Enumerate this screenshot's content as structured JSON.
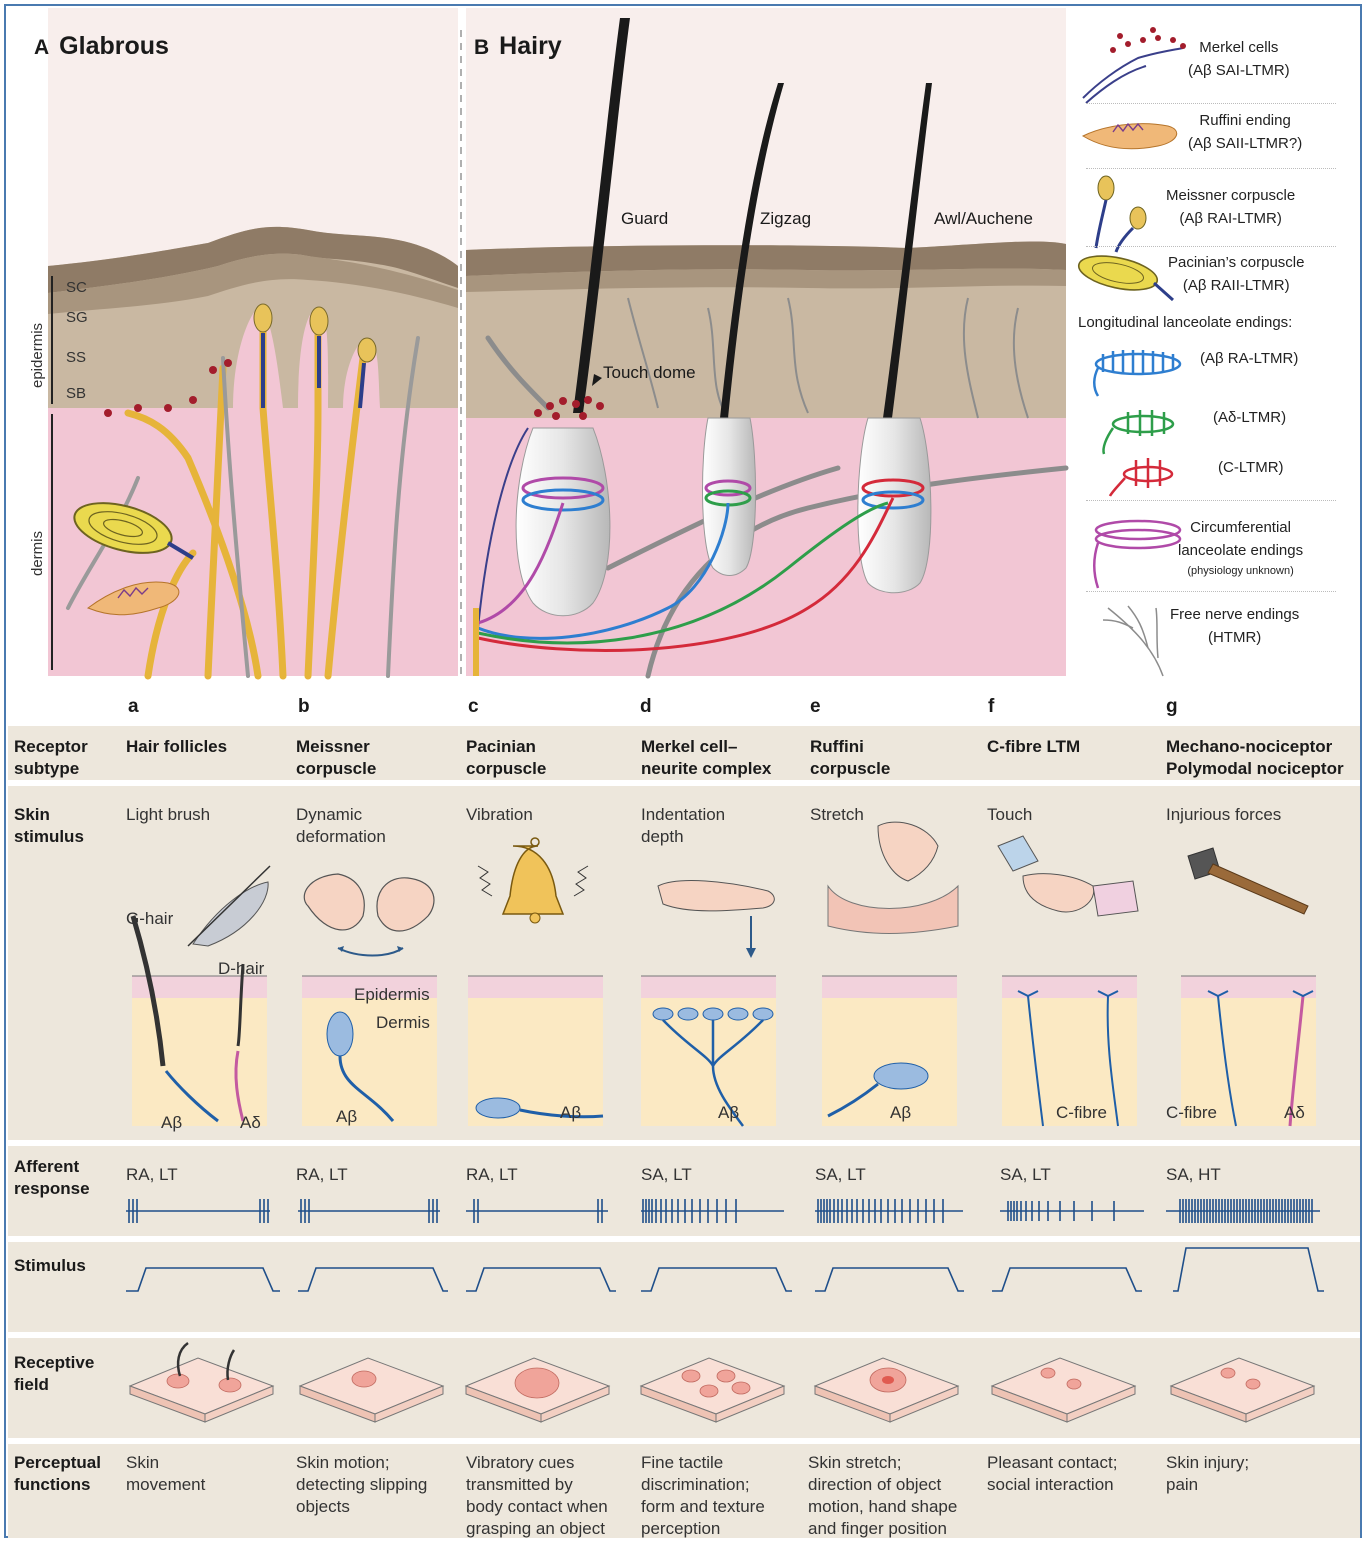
{
  "colors": {
    "frame": "#4a7ab0",
    "band": "#ede7dc",
    "dermis": "#f3c9d6",
    "epidermis": "#b7a58f",
    "nerve": "#e8b83a",
    "axon_blue": "#1f5fa8"
  },
  "top": {
    "panel_a": {
      "letter": "A",
      "title": "Glabrous",
      "layers": {
        "sc": "SC",
        "sg": "SG",
        "ss": "SS",
        "sb": "SB",
        "epidermis": "epidermis",
        "dermis": "dermis"
      }
    },
    "panel_b": {
      "letter": "B",
      "title": "Hairy",
      "guard": "Guard",
      "zigzag": "Zigzag",
      "awl": "Awl/Auchene",
      "touch_dome": "Touch dome"
    },
    "legend": {
      "merkel": {
        "line1": "Merkel cells",
        "line2": "(Aβ SAI-LTMR)"
      },
      "ruffini": {
        "line1": "Ruffini ending",
        "line2": "(Aβ SAII-LTMR?)"
      },
      "meissner": {
        "line1": "Meissner corpuscle",
        "line2": "(Aβ RAI-LTMR)"
      },
      "pacinian": {
        "line1": "Pacinian’s corpuscle",
        "line2": "(Aβ RAII-LTMR)"
      },
      "lanceolate_title": "Longitudinal lanceolate endings:",
      "ab_ra": "(Aβ RA-LTMR)",
      "ad": "(Aδ-LTMR)",
      "c": "(C-LTMR)",
      "circ": {
        "line1": "Circumferential",
        "line2": "lanceolate endings",
        "line3": "(physiology unknown)"
      },
      "free": {
        "line1": "Free nerve endings",
        "line2": "(HTMR)"
      }
    }
  },
  "table": {
    "row_heads": {
      "subtype": [
        "Receptor",
        "subtype"
      ],
      "stimulus_skin": [
        "Skin",
        "stimulus"
      ],
      "afferent": [
        "Afferent",
        "response"
      ],
      "stimulus": [
        "Stimulus"
      ],
      "field": [
        "Receptive",
        "field"
      ],
      "perceptual": [
        "Perceptual",
        "functions"
      ]
    },
    "columns": [
      {
        "letter": "a",
        "subtype": [
          "Hair follicles"
        ],
        "stimulus": [
          "Light brush"
        ],
        "response": "RA, LT",
        "functions": [
          "Skin",
          "movement"
        ],
        "labels": {
          "g_hair": "G-hair",
          "d_hair": "D-hair",
          "fiber1": "Aβ",
          "fiber2": "Aδ"
        }
      },
      {
        "letter": "b",
        "subtype": [
          "Meissner",
          "corpuscle"
        ],
        "stimulus": [
          "Dynamic",
          "deformation"
        ],
        "response": "RA, LT",
        "functions": [
          "Skin motion;",
          "detecting slipping",
          "objects"
        ],
        "labels": {
          "epidermis": "Epidermis",
          "dermis": "Dermis",
          "fiber1": "Aβ"
        }
      },
      {
        "letter": "c",
        "subtype": [
          "Pacinian",
          "corpuscle"
        ],
        "stimulus": [
          "Vibration"
        ],
        "response": "RA, LT",
        "functions": [
          "Vibratory cues",
          "transmitted by",
          "body contact when",
          "grasping an object"
        ],
        "labels": {
          "fiber1": "Aβ"
        }
      },
      {
        "letter": "d",
        "subtype": [
          "Merkel cell–",
          "neurite complex"
        ],
        "stimulus": [
          "Indentation",
          "depth"
        ],
        "response": "SA, LT",
        "functions": [
          "Fine tactile",
          "discrimination;",
          "form and texture",
          "perception"
        ],
        "labels": {
          "fiber1": "Aβ"
        }
      },
      {
        "letter": "e",
        "subtype": [
          "Ruffini",
          "corpuscle"
        ],
        "stimulus": [
          "Stretch"
        ],
        "response": "SA, LT",
        "functions": [
          "Skin stretch;",
          "direction of object",
          "motion, hand shape",
          "and finger position"
        ],
        "labels": {
          "fiber1": "Aβ"
        }
      },
      {
        "letter": "f",
        "subtype": [
          "C-fibre LTM"
        ],
        "stimulus": [
          "Touch"
        ],
        "response": "SA, LT",
        "functions": [
          "Pleasant contact;",
          "social interaction"
        ],
        "labels": {
          "fiber1": "C-fibre"
        }
      },
      {
        "letter": "g",
        "subtype": [
          "Mechano-nociceptor",
          "Polymodal nociceptor"
        ],
        "stimulus": [
          "Injurious forces"
        ],
        "response": "SA, HT",
        "functions": [
          "Skin injury;",
          "pain"
        ],
        "labels": {
          "fiber1": "C-fibre",
          "fiber2": "Aδ"
        }
      }
    ]
  }
}
